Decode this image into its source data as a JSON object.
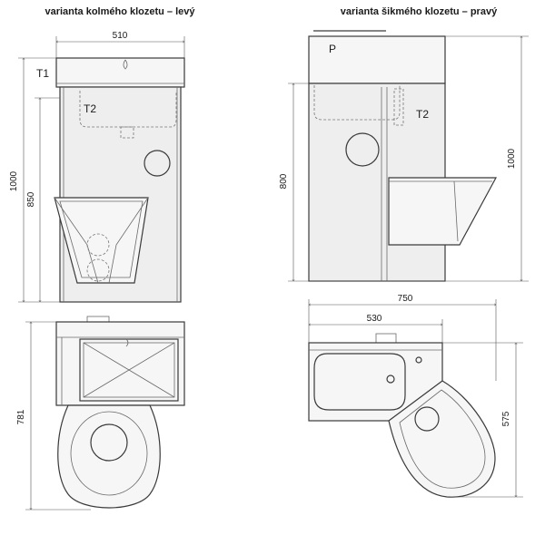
{
  "titles": {
    "left": "varianta kolmého klozetu – levý",
    "right": "varianta šikmého klozetu – pravý"
  },
  "labels": {
    "t1": "T1",
    "t2_left": "T2",
    "p": "P",
    "t2_right": "T2"
  },
  "dimensions": {
    "left_width": "510",
    "left_height_total": "1000",
    "left_height_cabinet": "850",
    "left_depth": "781",
    "right_height_cabinet": "800",
    "right_height_total": "1000",
    "right_width_total": "750",
    "right_width_basin": "530",
    "right_depth": "575"
  }
}
